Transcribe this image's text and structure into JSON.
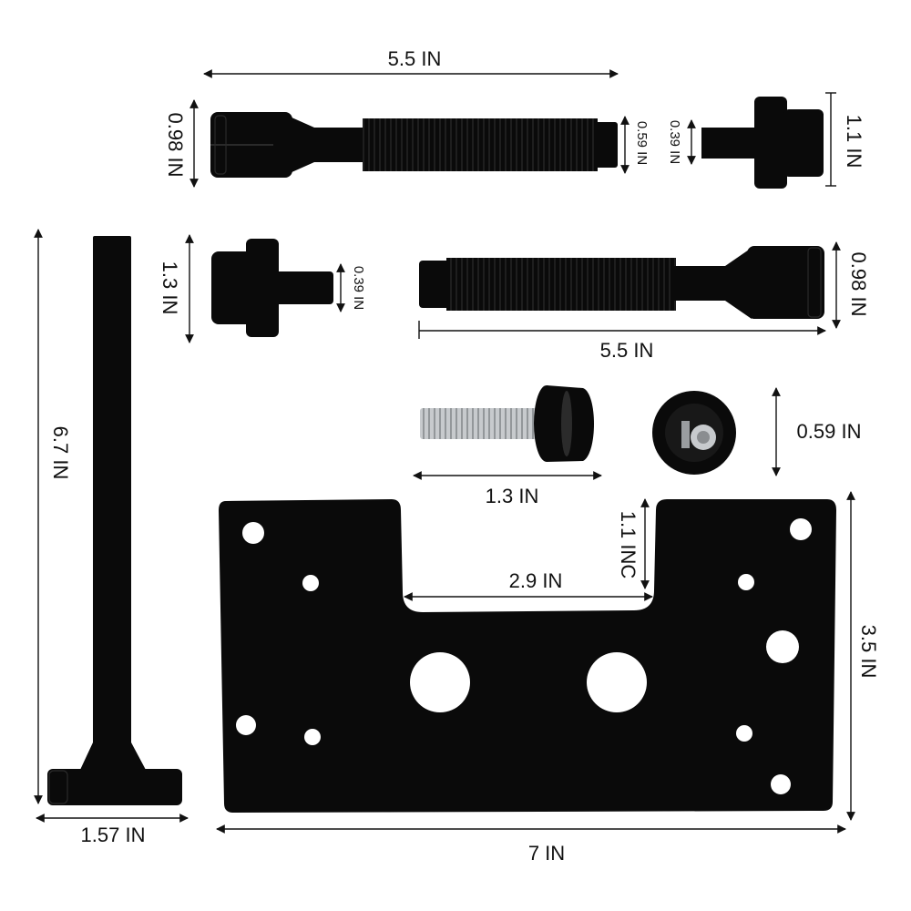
{
  "colors": {
    "background": "#ffffff",
    "part": "#0a0a0a",
    "dimension_line": "#111111",
    "screw_thread": "#b9bcbf"
  },
  "dimensions": {
    "long_screw_top_length": "5.5 IN",
    "long_screw_top_diameter": "0.98 IN",
    "long_screw_top_thread_diameter": "0.59 IN",
    "small_adapter_top_height": "1.1 IN",
    "small_adapter_top_stem": "0.39 IN",
    "adapter_left_height": "1.3 IN",
    "adapter_left_stem": "0.39 IN",
    "long_screw_bottom_diameter": "0.98 IN",
    "long_screw_bottom_length": "5.5 IN",
    "handle_length": "6.7 IN",
    "handle_width": "1.57 IN",
    "thumb_screw_length": "1.3 IN",
    "knob_diameter": "0.59 IN",
    "plate_notch_depth": "1.1 INC",
    "plate_notch_width": "2.9 IN",
    "plate_height": "3.5 IN",
    "plate_width": "7 IN"
  }
}
